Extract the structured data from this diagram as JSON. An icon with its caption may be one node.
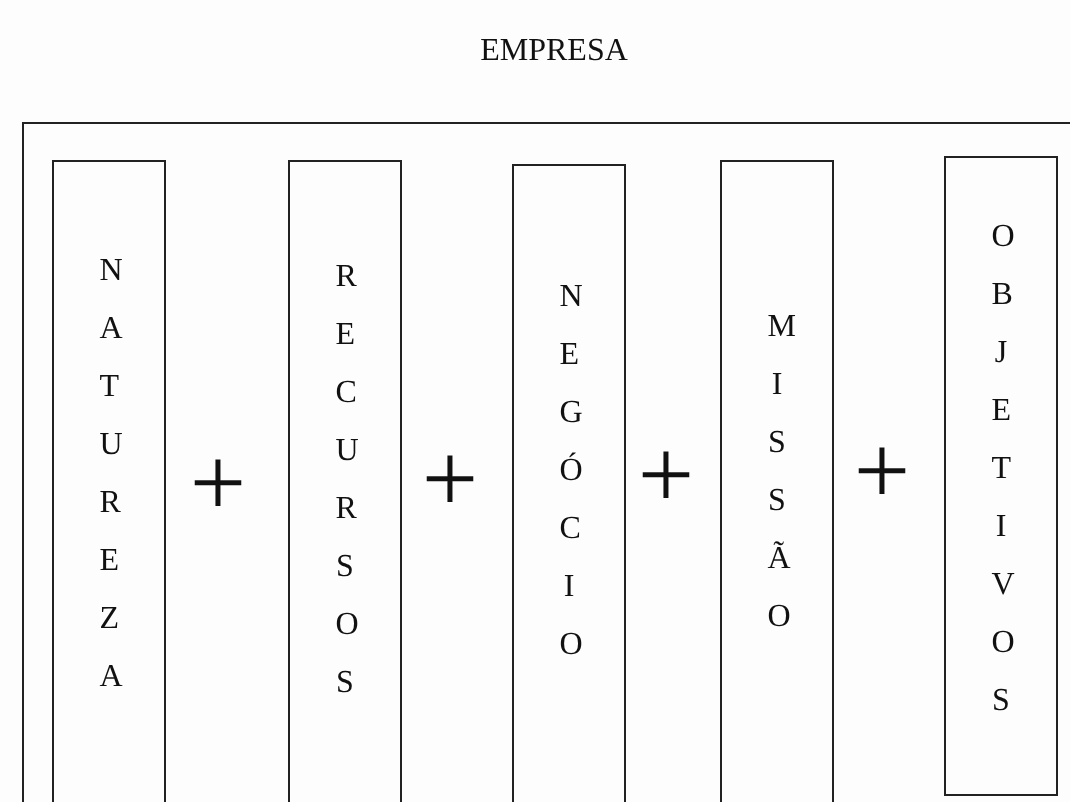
{
  "diagram": {
    "nodes": [
      {
        "text": [
          "EMPRESA"
        ]
      },
      {
        "text": [
          "NATUREZA"
        ],
        "in": 0
      },
      {
        "text": [
          "RECURSOS"
        ],
        "in": 0
      },
      {
        "text": [
          "NEGÓCIO"
        ],
        "in": 0
      },
      {
        "text": [
          "MISSÃO"
        ],
        "in": 0
      },
      {
        "text": [
          "OBJETIVOS"
        ],
        "in": 0
      }
    ],
    "edges": [],
    "labels": [
      "+",
      "+",
      "+",
      "+"
    ]
  }
}
